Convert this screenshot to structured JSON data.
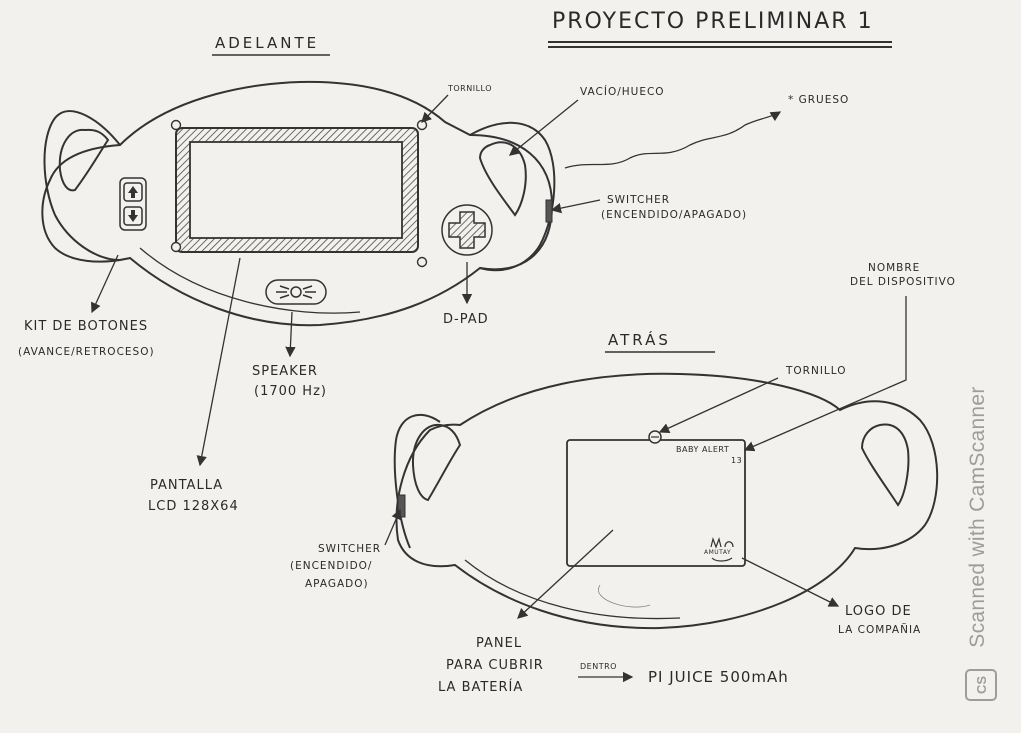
{
  "title": "PROYECTO PRELIMINAR 1",
  "front": {
    "heading": "ADELANTE",
    "labels": {
      "tornillo": "TORNILLO",
      "hollow": "VACÍO/HUECO",
      "thick": "* GRUESO",
      "switch_1": "SWITCHER",
      "switch_2": "(ENCENDIDO/APAGADO)",
      "buttons_1": "KIT DE BOTONES",
      "buttons_2": "(AVANCE/RETROCESO)",
      "speaker_1": "SPEAKER",
      "speaker_2": "(1700 Hz)",
      "dpad": "D-PAD",
      "screen_1": "PANTALLA",
      "screen_2": "LCD 128X64"
    }
  },
  "back": {
    "heading": "ATRÁS",
    "labels": {
      "device_name_1": "NOMBRE",
      "device_name_2": "DEL DISPOSITIVO",
      "tornillo": "TORNILLO",
      "switch_1": "SWITCHER",
      "switch_2": "(ENCENDIDO/",
      "switch_3": "APAGADO)",
      "panel_1": "PANEL",
      "panel_2": "PARA CUBRIR",
      "panel_3": "LA BATERÍA",
      "inside": "DENTRO",
      "battery": "PI JUICE 500mAh",
      "logo_1": "LOGO DE",
      "logo_2": "LA COMPAÑIA"
    },
    "device_name_text_1": "BABY ALERT",
    "device_name_text_2": "13",
    "logo_text": "AMUTAY"
  },
  "watermark": {
    "text": "Scanned with CamScanner",
    "logo": "CS"
  }
}
